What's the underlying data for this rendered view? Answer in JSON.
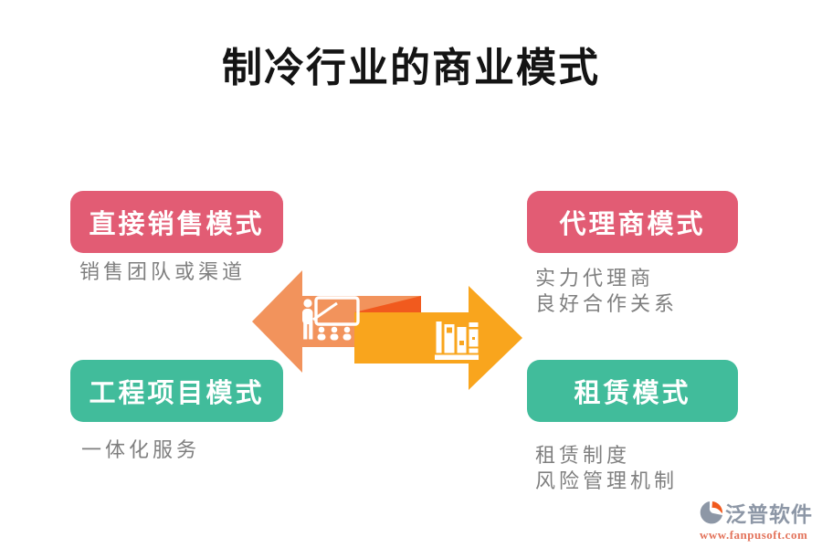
{
  "title": "制冷行业的商业模式",
  "theme": {
    "pink": "#E25C74",
    "teal": "#41BC9B",
    "arrow-left": "#F2935C",
    "arrow-fold": "#F15A1E",
    "arrow-right": "#F9A51D",
    "caption-gray": "#7F7F7F",
    "title-black": "#141414",
    "logo-gray": "#8D97A6",
    "logo-url": "#E3735B"
  },
  "boxes": {
    "top_left": {
      "label": "直接销售模式",
      "caption_lines": [
        "销售团队或渠道"
      ]
    },
    "top_right": {
      "label": "代理商模式",
      "caption_lines": [
        "实力代理商",
        "良好合作关系"
      ]
    },
    "bottom_left": {
      "label": "工程项目模式",
      "caption_lines": [
        "一体化服务"
      ]
    },
    "bottom_right": {
      "label": "租赁模式",
      "caption_lines": [
        "租赁制度",
        "风险管理机制"
      ]
    }
  },
  "icons": {
    "left_arrow_icon": "training-presentation-icon",
    "right_arrow_icon": "bookshelf-icon"
  },
  "logo": {
    "name": "泛普软件",
    "url": "www.fanpusoft.com"
  }
}
